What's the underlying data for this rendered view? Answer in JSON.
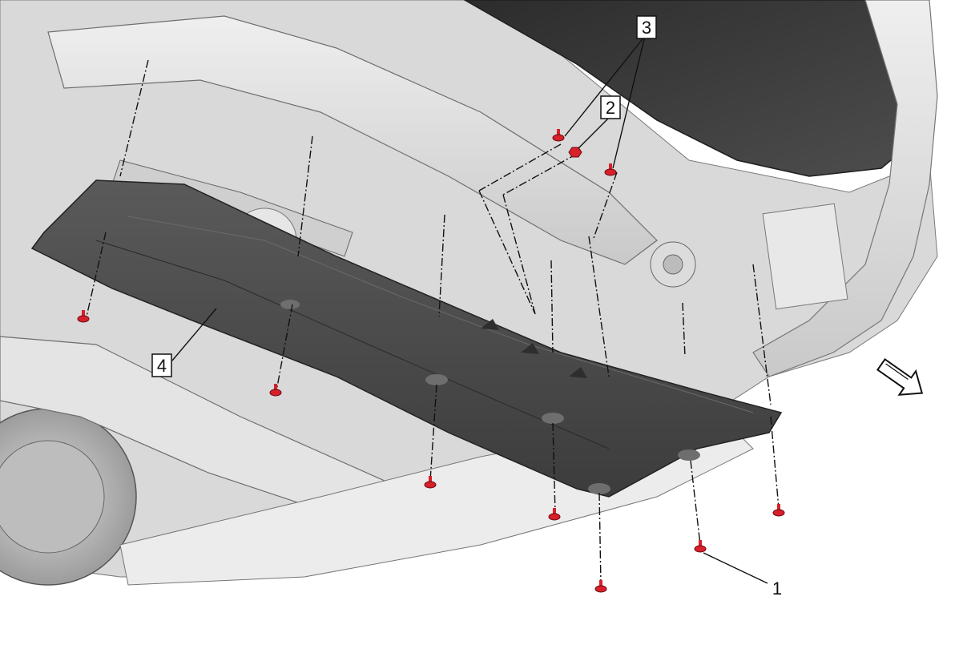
{
  "diagram": {
    "callouts": [
      {
        "id": "1",
        "label": "1",
        "part": "bolt",
        "boxed": false
      },
      {
        "id": "2",
        "label": "2",
        "part": "nut",
        "boxed": true
      },
      {
        "id": "3",
        "label": "3",
        "part": "bolt",
        "boxed": true
      },
      {
        "id": "4",
        "label": "4",
        "part": "underbody-shield",
        "boxed": true
      }
    ],
    "direction_indicator": "front-arrow-icon",
    "colors": {
      "fastener": "#d8202a",
      "shield": "#4a4a4a",
      "body_light": "#e6e6e6",
      "body_mid": "#c8c8c8",
      "body_dark": "#3a3a3a",
      "leader": "#111111"
    }
  }
}
